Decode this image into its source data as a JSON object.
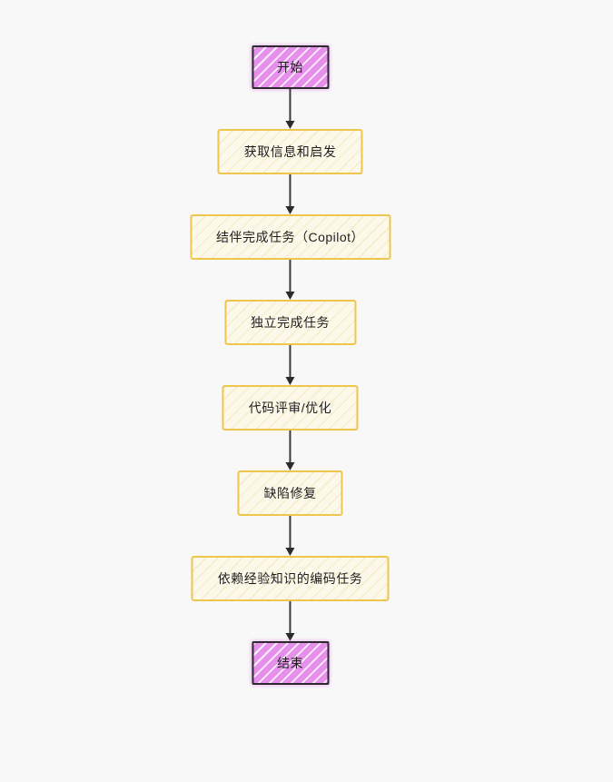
{
  "diagram": {
    "type": "flowchart",
    "direction": "top-down",
    "style": "hand-drawn",
    "background_color": "#f8f8f8",
    "colors": {
      "terminal_fill": "#e690ec",
      "terminal_hatch": "#ffffff",
      "terminal_border": "#2d2a2e",
      "process_fill": "#fdf9ea",
      "process_hatch": "#e0b95a",
      "process_border": "#eec64e",
      "connector": "#3a3a3a",
      "text": "#1e1e1e"
    },
    "nodes": [
      {
        "id": "start",
        "label": "开始",
        "shape": "terminal"
      },
      {
        "id": "step1",
        "label": "获取信息和启发",
        "shape": "process"
      },
      {
        "id": "step2",
        "label": "结伴完成任务（Copilot）",
        "shape": "process"
      },
      {
        "id": "step3",
        "label": "独立完成任务",
        "shape": "process"
      },
      {
        "id": "step4",
        "label": "代码评审/优化",
        "shape": "process"
      },
      {
        "id": "step5",
        "label": "缺陷修复",
        "shape": "process"
      },
      {
        "id": "step6",
        "label": "依赖经验知识的编码任务",
        "shape": "process"
      },
      {
        "id": "end",
        "label": "结束",
        "shape": "terminal"
      }
    ],
    "edges": [
      {
        "from": "开始",
        "to": "获取信息和启发"
      },
      {
        "from": "获取信息和启发",
        "to": "结伴完成任务（Copilot）"
      },
      {
        "from": "结伴完成任务（Copilot）",
        "to": "独立完成任务"
      },
      {
        "from": "独立完成任务",
        "to": "代码评审/优化"
      },
      {
        "from": "代码评审/优化",
        "to": "缺陷修复"
      },
      {
        "from": "缺陷修复",
        "to": "依赖经验知识的编码任务"
      },
      {
        "from": "依赖经验知识的编码任务",
        "to": "结束"
      }
    ]
  }
}
